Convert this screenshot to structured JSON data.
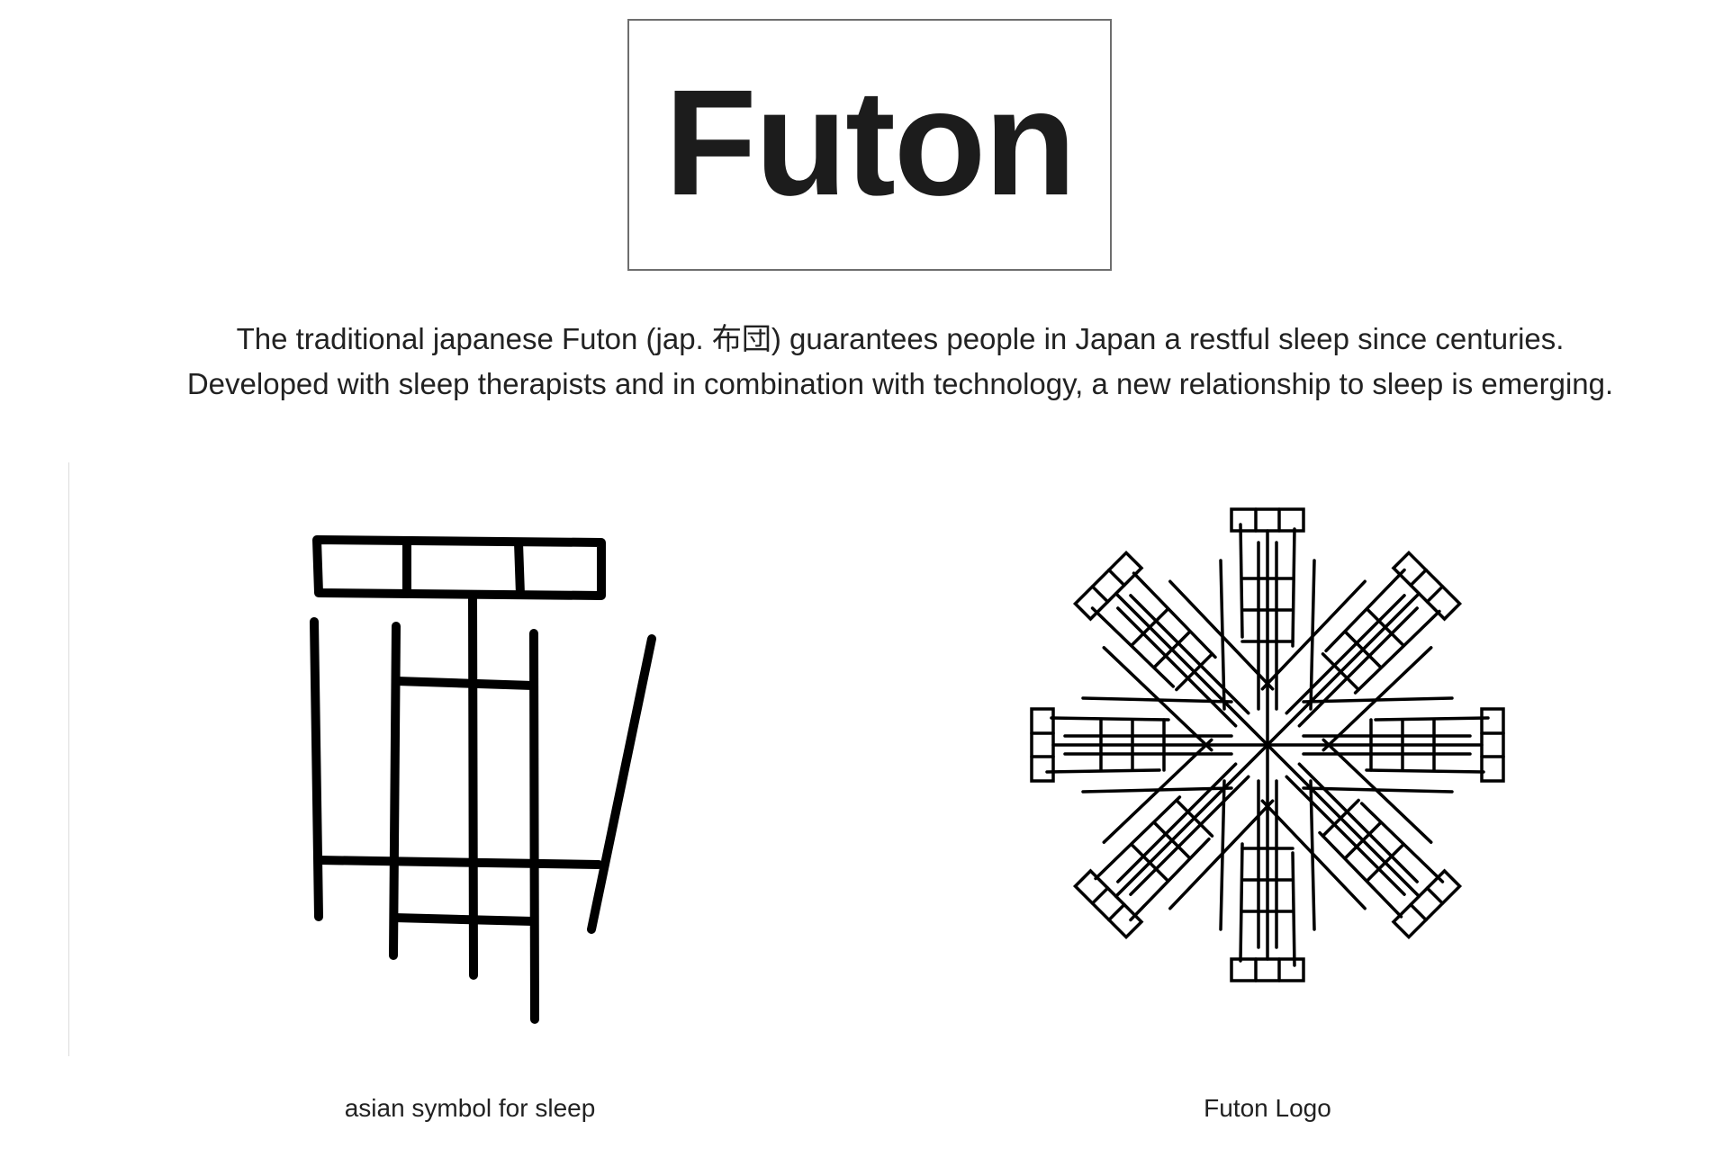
{
  "wordmark": {
    "text": "Futon"
  },
  "intro": {
    "line1": "The traditional japanese Futon (jap. 布団) guarantees people in  Japan a restful sleep since centuries.",
    "line2": "Developed with sleep therapists and in combination with technology, a new relationship to sleep is emerging."
  },
  "figures": {
    "symbol_caption": "asian symbol for sleep",
    "logo_caption": "Futon Logo"
  },
  "colors": {
    "ink": "#000000",
    "text": "#222222",
    "frame": "#6e6e6e"
  }
}
